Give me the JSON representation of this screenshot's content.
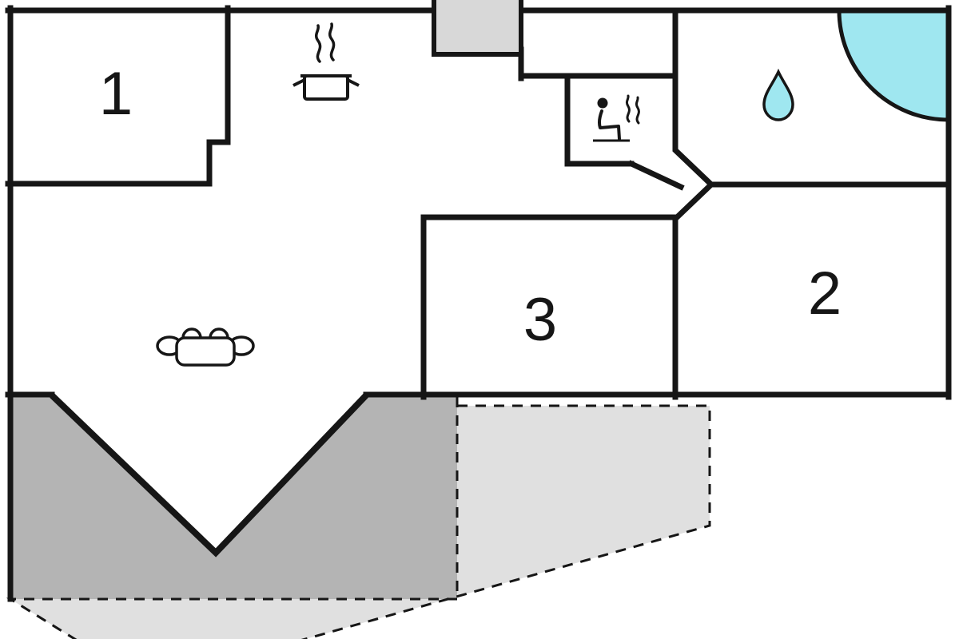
{
  "title": "Holiday home floor plan",
  "rooms": [
    {
      "id": "room-1",
      "label": "1"
    },
    {
      "id": "room-2",
      "label": "2"
    },
    {
      "id": "room-3",
      "label": "3"
    }
  ],
  "features": {
    "kitchen_icon": "stove-pot-with-steam",
    "sauna_icon": "person-in-sauna-with-steam",
    "bathroom_icon": "water-drop",
    "shower_icon": "corner-shower",
    "living_icon": "sofa-top-view",
    "porch": "entrance-porch",
    "terrace_dark": "covered-terrace",
    "terrace_light": "open-terrace-dashed"
  },
  "colors": {
    "wall": "#161616",
    "water": "#9fe7f0",
    "porch": "#d8d8d8",
    "terrace_dark": "#b4b4b4",
    "terrace_light": "#e0e0e0",
    "background": "#ffffff"
  }
}
